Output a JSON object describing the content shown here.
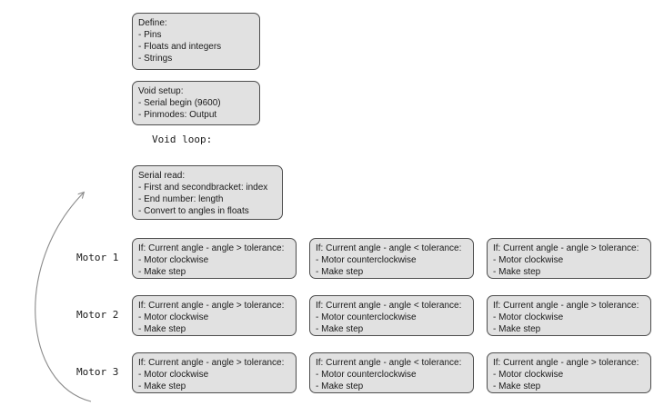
{
  "define": {
    "title": "Define:",
    "lines": [
      "- Pins",
      "- Floats and integers",
      "- Strings"
    ]
  },
  "setup": {
    "title": "Void setup:",
    "lines": [
      "- Serial begin (9600)",
      "- Pinmodes: Output"
    ]
  },
  "loop_label": "Void loop:",
  "serial_read": {
    "title": "Serial read:",
    "lines": [
      "- First and secondbracket: index",
      "- End number: length",
      "- Convert to angles in floats"
    ]
  },
  "motors": [
    {
      "label": "Motor 1",
      "cells": [
        {
          "title": "If: Current angle - angle > tolerance:",
          "lines": [
            "- Motor clockwise",
            "- Make step"
          ]
        },
        {
          "title": "If: Current angle - angle < tolerance:",
          "lines": [
            "- Motor counterclockwise",
            "- Make step"
          ]
        },
        {
          "title": "If: Current angle - angle > tolerance:",
          "lines": [
            "- Motor clockwise",
            "- Make step"
          ]
        }
      ]
    },
    {
      "label": "Motor 2",
      "cells": [
        {
          "title": "If: Current angle - angle > tolerance:",
          "lines": [
            "- Motor clockwise",
            "- Make step"
          ]
        },
        {
          "title": "If: Current angle - angle < tolerance:",
          "lines": [
            "- Motor counterclockwise",
            "- Make step"
          ]
        },
        {
          "title": "If: Current angle - angle > tolerance:",
          "lines": [
            "- Motor clockwise",
            "- Make step"
          ]
        }
      ]
    },
    {
      "label": "Motor 3",
      "cells": [
        {
          "title": "If: Current angle - angle > tolerance:",
          "lines": [
            "- Motor clockwise",
            "- Make step"
          ]
        },
        {
          "title": "If: Current angle - angle < tolerance:",
          "lines": [
            "- Motor counterclockwise",
            "- Make step"
          ]
        },
        {
          "title": "If: Current angle - angle > tolerance:",
          "lines": [
            "- Motor clockwise",
            "- Make step"
          ]
        }
      ]
    }
  ],
  "colors": {
    "box_fill": "#e1e1e1",
    "box_border": "#4d4d4d",
    "arrow": "#8a8a8a",
    "background": "#ffffff"
  }
}
